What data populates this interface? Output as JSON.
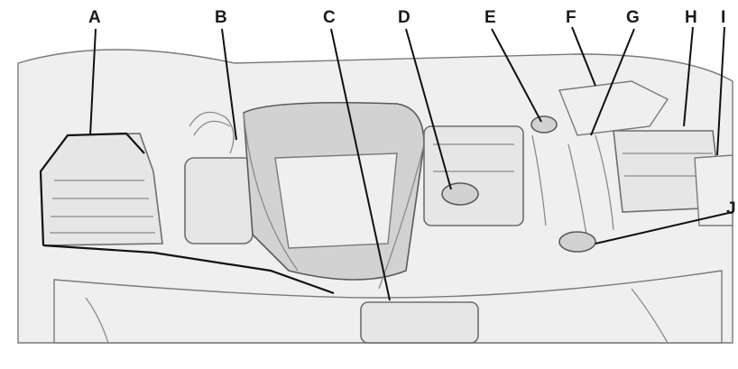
{
  "callouts": [
    {
      "letter": "A"
    },
    {
      "letter": "B"
    },
    {
      "letter": "C"
    },
    {
      "letter": "D"
    },
    {
      "letter": "E"
    },
    {
      "letter": "F"
    },
    {
      "letter": "G"
    },
    {
      "letter": "H"
    },
    {
      "letter": "I"
    },
    {
      "letter": "J"
    }
  ]
}
